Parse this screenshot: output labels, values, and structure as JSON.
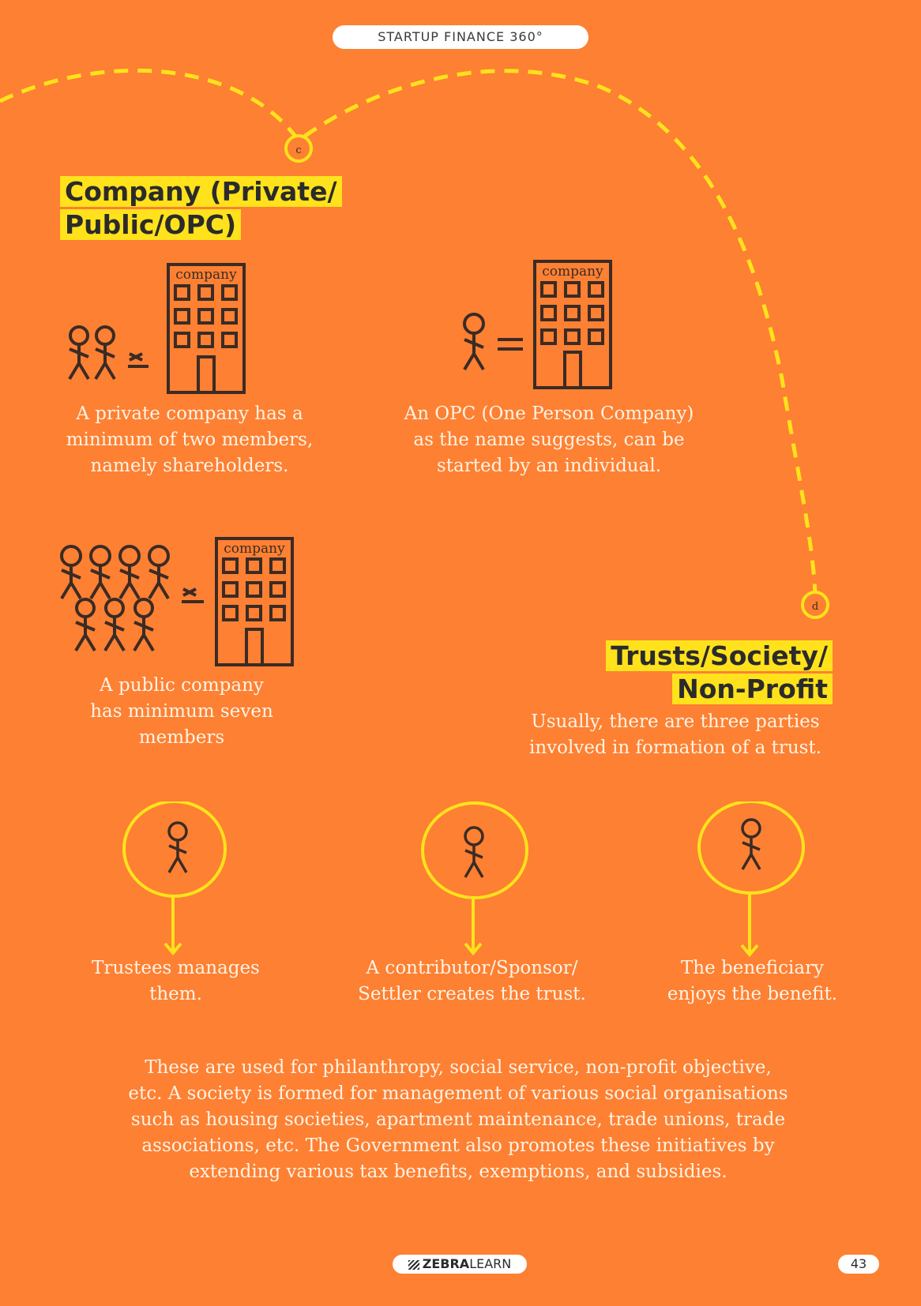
{
  "header": {
    "title": "STARTUP FINANCE 360°"
  },
  "company_section": {
    "title_line1": "Company (Private/",
    "title_line2": "Public/OPC)",
    "building_label": "company",
    "private": {
      "caption": [
        "A private company has a",
        "minimum of two members,",
        "namely shareholders."
      ]
    },
    "opc": {
      "caption": [
        "An OPC (One Person Company)",
        "as the name suggests, can be",
        "started by an individual."
      ]
    },
    "public": {
      "caption": [
        "A public company",
        "has minimum seven",
        "members"
      ]
    }
  },
  "trust_section": {
    "title_line1": "Trusts/Society/",
    "title_line2": "Non-Profit",
    "intro": [
      "Usually, there are three parties",
      "involved in formation of a trust."
    ],
    "parties": [
      {
        "caption": [
          "Trustees manages",
          "them."
        ]
      },
      {
        "caption": [
          "A contributor/Sponsor/",
          "Settler creates the trust."
        ]
      },
      {
        "caption": [
          "The beneficiary",
          "enjoys the benefit."
        ]
      }
    ]
  },
  "closing_paragraph": [
    "These are used for philanthropy, social service, non-profit objective,",
    "etc. A society is formed for management of various social organisations",
    "such as housing societies, apartment maintenance, trade unions, trade",
    "associations, etc. The Government also promotes these initiatives by",
    "extending various tax benefits, exemptions, and subsidies."
  ],
  "path_markers": {
    "c": "c",
    "d": "d"
  },
  "footer": {
    "brand_bold": "ZEBRA",
    "brand_light": "LEARN",
    "page_number": "43"
  },
  "colors": {
    "background": "#fd8033",
    "highlight": "#ffe21c",
    "ink": "#3b2b24",
    "text": "#fff3e4"
  }
}
